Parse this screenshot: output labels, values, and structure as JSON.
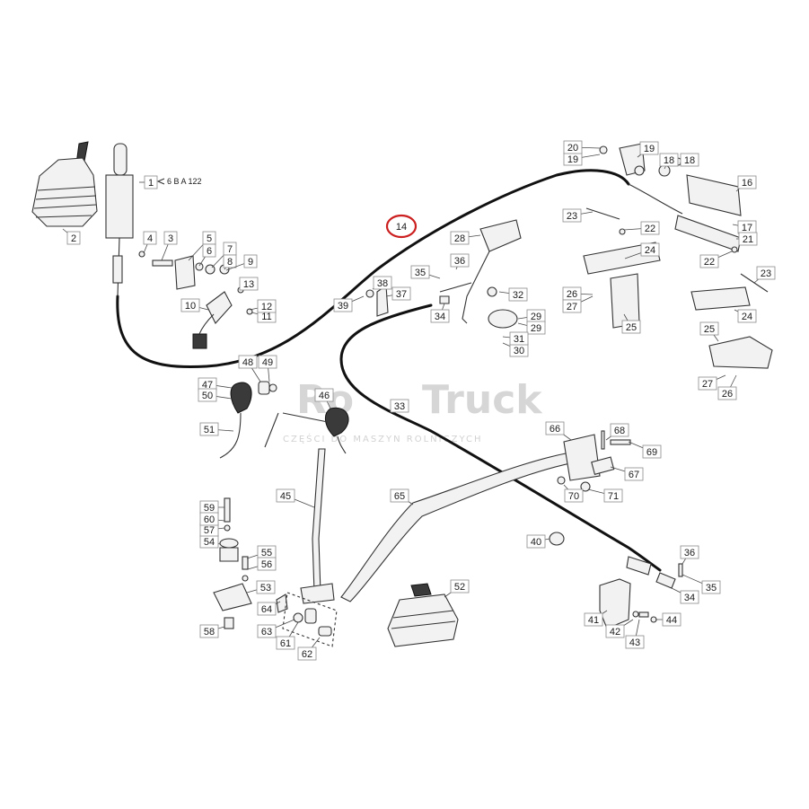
{
  "watermark": {
    "brand": "Truck",
    "prefix": "Ro",
    "tagline": "CZĘŚCI DO MASZYN ROLNICZYCH"
  },
  "reference": {
    "text": "6 B A 122"
  },
  "highlight": {
    "label": "14",
    "color": "#cc1f1f"
  },
  "labels": [
    {
      "id": "1",
      "text": "1"
    },
    {
      "id": "2",
      "text": "2"
    },
    {
      "id": "3",
      "text": "3"
    },
    {
      "id": "4",
      "text": "4"
    },
    {
      "id": "5",
      "text": "5"
    },
    {
      "id": "6",
      "text": "6"
    },
    {
      "id": "7",
      "text": "7"
    },
    {
      "id": "8",
      "text": "8"
    },
    {
      "id": "9",
      "text": "9"
    },
    {
      "id": "10",
      "text": "10"
    },
    {
      "id": "11",
      "text": "11"
    },
    {
      "id": "12",
      "text": "12"
    },
    {
      "id": "13",
      "text": "13"
    },
    {
      "id": "16",
      "text": "16"
    },
    {
      "id": "17",
      "text": "17"
    },
    {
      "id": "18a",
      "text": "18"
    },
    {
      "id": "18b",
      "text": "18"
    },
    {
      "id": "19a",
      "text": "19"
    },
    {
      "id": "19b",
      "text": "19"
    },
    {
      "id": "20",
      "text": "20"
    },
    {
      "id": "21",
      "text": "21"
    },
    {
      "id": "22a",
      "text": "22"
    },
    {
      "id": "22b",
      "text": "22"
    },
    {
      "id": "23a",
      "text": "23"
    },
    {
      "id": "23b",
      "text": "23"
    },
    {
      "id": "24a",
      "text": "24"
    },
    {
      "id": "24b",
      "text": "24"
    },
    {
      "id": "25a",
      "text": "25"
    },
    {
      "id": "25b",
      "text": "25"
    },
    {
      "id": "26a",
      "text": "26"
    },
    {
      "id": "26b",
      "text": "26"
    },
    {
      "id": "27a",
      "text": "27"
    },
    {
      "id": "27b",
      "text": "27"
    },
    {
      "id": "28",
      "text": "28"
    },
    {
      "id": "29a",
      "text": "29"
    },
    {
      "id": "29b",
      "text": "29"
    },
    {
      "id": "30",
      "text": "30"
    },
    {
      "id": "31",
      "text": "31"
    },
    {
      "id": "32",
      "text": "32"
    },
    {
      "id": "33",
      "text": "33"
    },
    {
      "id": "34a",
      "text": "34"
    },
    {
      "id": "34b",
      "text": "34"
    },
    {
      "id": "35a",
      "text": "35"
    },
    {
      "id": "35b",
      "text": "35"
    },
    {
      "id": "36a",
      "text": "36"
    },
    {
      "id": "36b",
      "text": "36"
    },
    {
      "id": "37",
      "text": "37"
    },
    {
      "id": "38",
      "text": "38"
    },
    {
      "id": "39",
      "text": "39"
    },
    {
      "id": "40",
      "text": "40"
    },
    {
      "id": "41",
      "text": "41"
    },
    {
      "id": "42",
      "text": "42"
    },
    {
      "id": "43",
      "text": "43"
    },
    {
      "id": "44",
      "text": "44"
    },
    {
      "id": "45",
      "text": "45"
    },
    {
      "id": "46",
      "text": "46"
    },
    {
      "id": "47",
      "text": "47"
    },
    {
      "id": "48",
      "text": "48"
    },
    {
      "id": "49",
      "text": "49"
    },
    {
      "id": "50",
      "text": "50"
    },
    {
      "id": "51",
      "text": "51"
    },
    {
      "id": "52",
      "text": "52"
    },
    {
      "id": "53",
      "text": "53"
    },
    {
      "id": "54",
      "text": "54"
    },
    {
      "id": "55",
      "text": "55"
    },
    {
      "id": "56",
      "text": "56"
    },
    {
      "id": "57",
      "text": "57"
    },
    {
      "id": "58",
      "text": "58"
    },
    {
      "id": "59",
      "text": "59"
    },
    {
      "id": "60",
      "text": "60"
    },
    {
      "id": "61",
      "text": "61"
    },
    {
      "id": "62",
      "text": "62"
    },
    {
      "id": "63",
      "text": "63"
    },
    {
      "id": "64",
      "text": "64"
    },
    {
      "id": "65",
      "text": "65"
    },
    {
      "id": "66",
      "text": "66"
    },
    {
      "id": "67",
      "text": "67"
    },
    {
      "id": "68",
      "text": "68"
    },
    {
      "id": "69",
      "text": "69"
    },
    {
      "id": "70",
      "text": "70"
    },
    {
      "id": "71",
      "text": "71"
    }
  ]
}
